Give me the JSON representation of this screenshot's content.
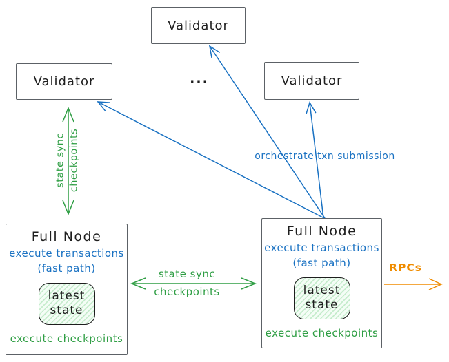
{
  "colors": {
    "blue": "#1971c2",
    "green": "#2f9e44",
    "orange": "#f08c00",
    "box_border": "#5c6166",
    "text": "#1e1e1e",
    "state_fill": "#b2f2bb"
  },
  "nodes": {
    "validator_top": {
      "label": "Validator"
    },
    "validator_left": {
      "label": "Validator"
    },
    "validator_right": {
      "label": "Validator"
    },
    "ellipsis": "...",
    "full_node_left": {
      "title": "Full Node",
      "exec_tx": "execute transactions",
      "fast_path": "(fast path)",
      "state_line1": "latest",
      "state_line2": "state",
      "exec_cp": "execute checkpoints"
    },
    "full_node_right": {
      "title": "Full Node",
      "exec_tx": "execute transactions",
      "fast_path": "(fast path)",
      "state_line1": "latest",
      "state_line2": "state",
      "exec_cp": "execute checkpoints"
    }
  },
  "edges": {
    "state_sync_vertical": {
      "line1": "state sync",
      "line2": "checkpoints"
    },
    "state_sync_horizontal": {
      "line1": "state sync",
      "line2": "checkpoints"
    },
    "orchestrate": {
      "label": "orchestrate txn submission"
    },
    "rpcs": {
      "label": "RPCs"
    }
  }
}
